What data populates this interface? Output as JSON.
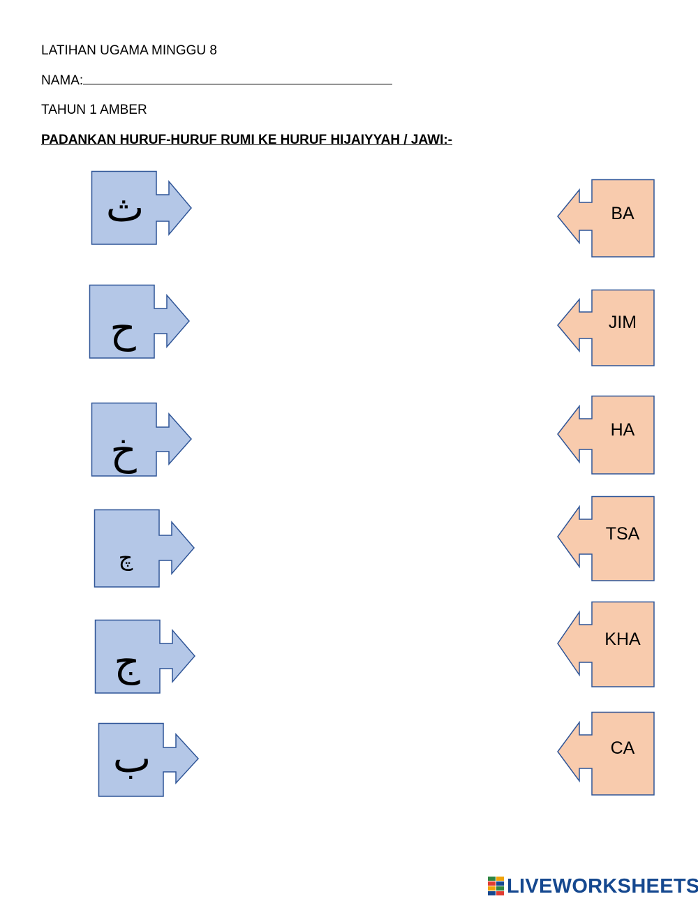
{
  "header": {
    "title": "LATIHAN UGAMA MINGGU 8",
    "name_label": "NAMA:",
    "class_label": "TAHUN 1 AMBER",
    "instruction": "PADANKAN HURUF-HURUF RUMI KE HURUF HIJAIYYAH / JAWI:-"
  },
  "left_cards": [
    {
      "letter": "ث"
    },
    {
      "letter": "ح"
    },
    {
      "letter": "خ"
    },
    {
      "letter": "چ"
    },
    {
      "letter": "ج"
    },
    {
      "letter": "ب"
    }
  ],
  "right_cards": [
    {
      "label": "BA"
    },
    {
      "label": "JIM"
    },
    {
      "label": "HA"
    },
    {
      "label": "TSA"
    },
    {
      "label": "KHA"
    },
    {
      "label": "CA"
    }
  ],
  "colors": {
    "left_fill": "#b4c7e7",
    "left_stroke": "#2f5597",
    "right_fill": "#f8cbad",
    "right_stroke": "#2f5597"
  },
  "brand": {
    "text": "LIVEWORKSHEETS"
  }
}
